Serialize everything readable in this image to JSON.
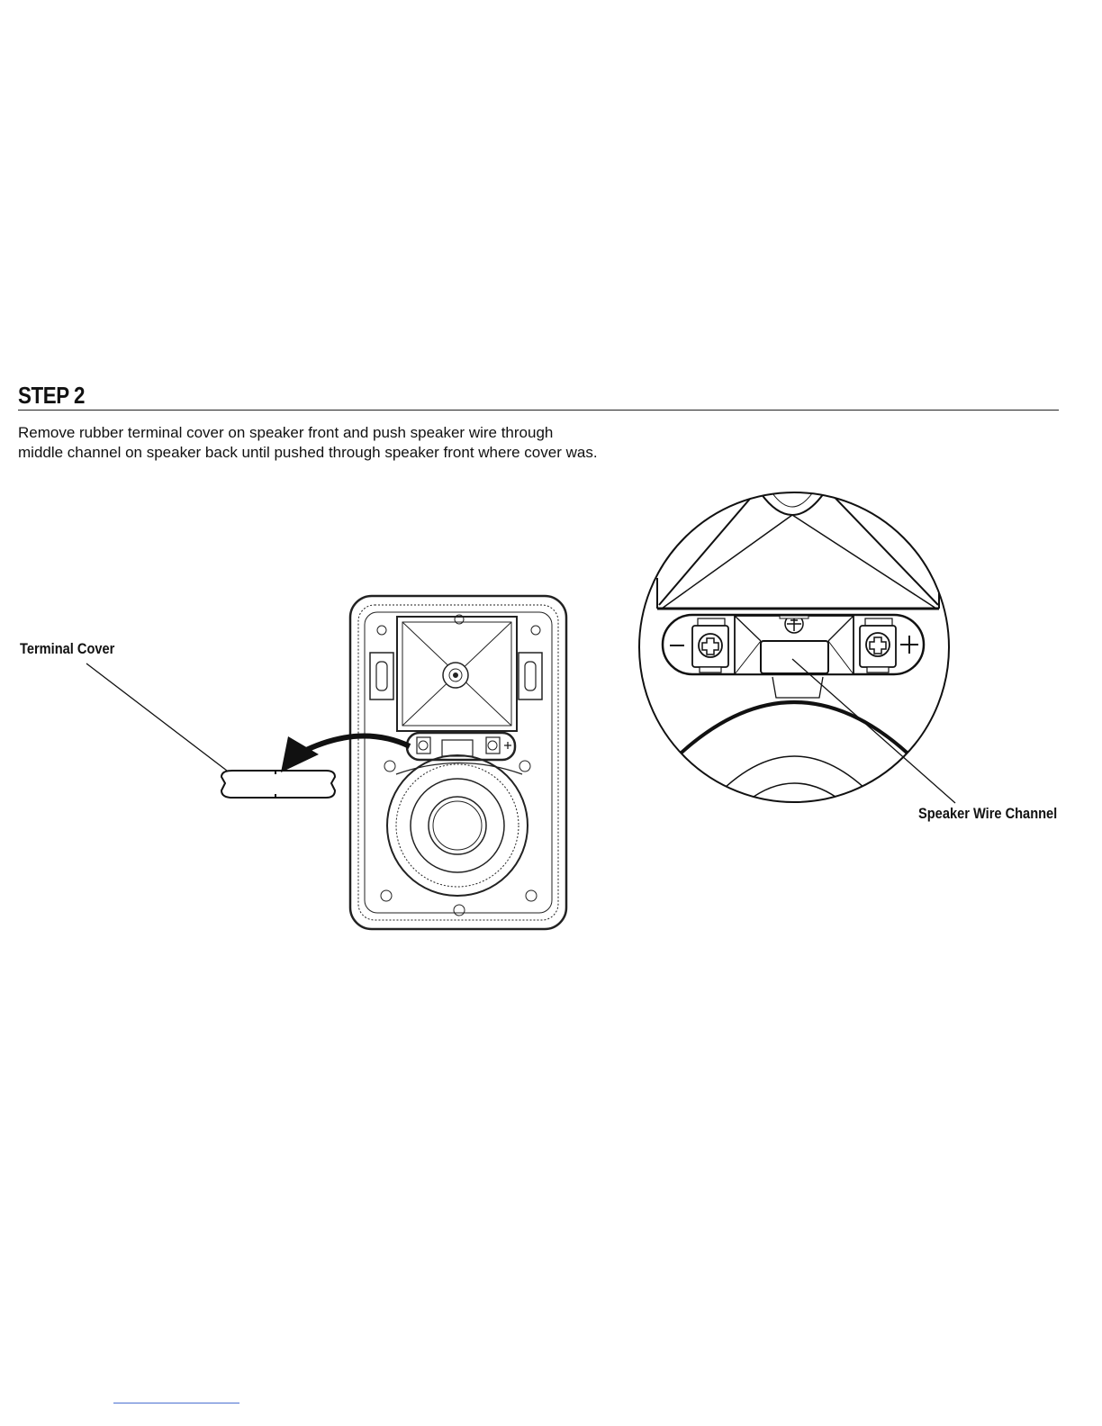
{
  "step": {
    "title": "STEP 2"
  },
  "instructions": {
    "line1": "Remove rubber terminal cover on speaker front and push speaker wire through",
    "line2": "middle channel on speaker back until pushed through speaker front where cover was."
  },
  "labels": {
    "terminal_cover": "Terminal Cover",
    "speaker_wire_channel": "Speaker Wire Channel"
  },
  "terminals": {
    "minus": "−",
    "plus": "+"
  },
  "icons": {
    "arrow": "curved-arrow-icon",
    "screw": "screw-icon"
  }
}
